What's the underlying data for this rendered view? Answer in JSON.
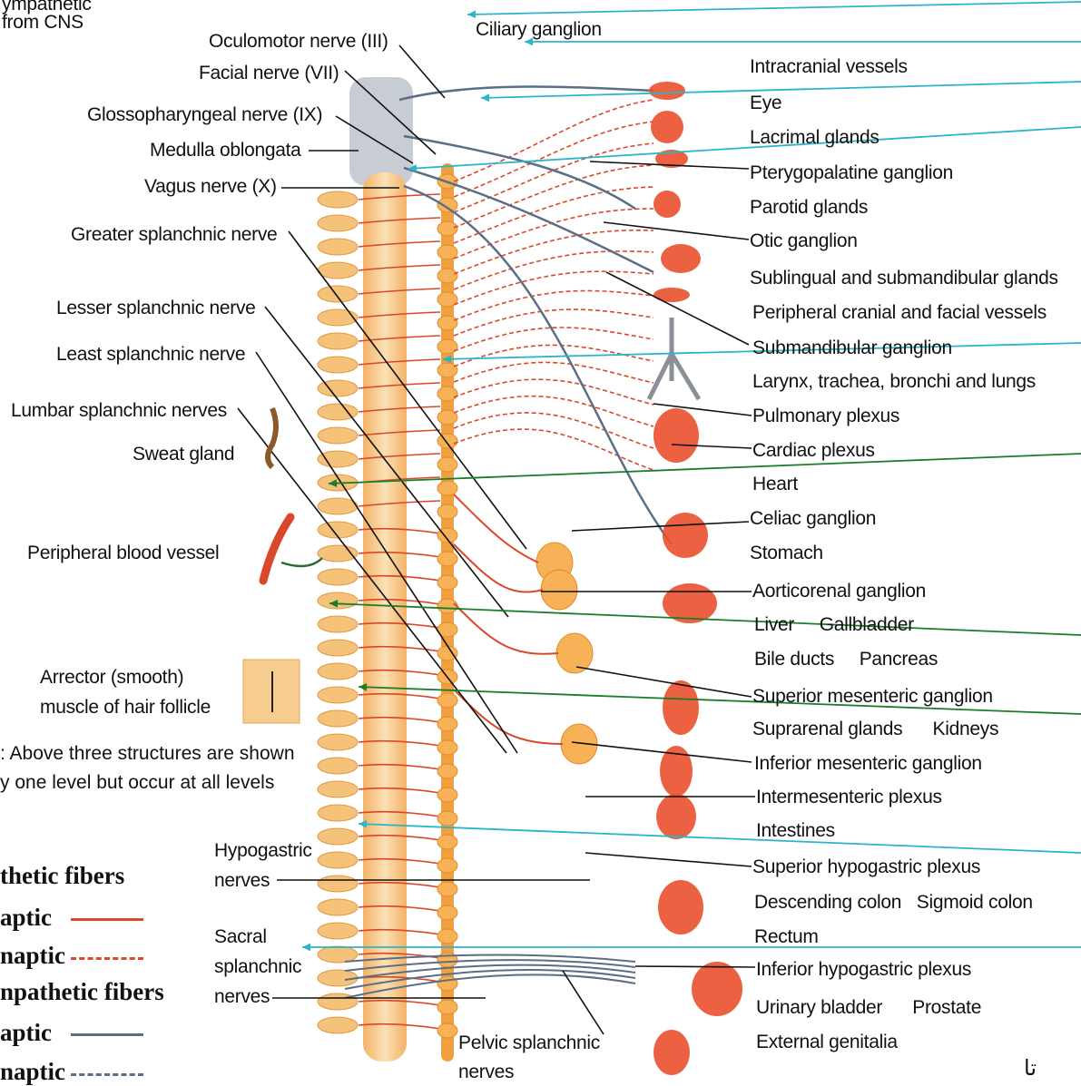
{
  "header": {
    "top_left_line1": "ympathetic",
    "top_left_line2": "from CNS",
    "ciliary_ganglion": "Ciliary ganglion"
  },
  "left_labels": {
    "oculomotor": "Oculomotor nerve (III)",
    "facial": "Facial nerve (VII)",
    "glossopharyngeal": "Glossopharyngeal nerve (IX)",
    "medulla": "Medulla oblongata",
    "vagus": "Vagus nerve (X)",
    "greater_splanchnic": "Greater splanchnic nerve",
    "lesser_splanchnic": "Lesser splanchnic nerve",
    "least_splanchnic": "Least splanchnic nerve",
    "lumbar_splanchnic": "Lumbar splanchnic nerves",
    "sweat_gland": "Sweat gland",
    "peripheral_blood_vessel": "Peripheral blood vessel",
    "arrector_line1": "Arrector (smooth)",
    "arrector_line2": "muscle of hair follicle",
    "note_line1": "Above three structures are shown",
    "note_line2": "y one level but occur at all levels",
    "hypogastric_line1": "Hypogastric",
    "hypogastric_line2": "nerves",
    "sacral_line1": "Sacral",
    "sacral_line2": "splanchnic",
    "sacral_line3": "nerves",
    "pelvic_line1": "Pelvic splanchnic",
    "pelvic_line2": "nerves"
  },
  "right_labels": [
    "Intracranial vessels",
    "Eye",
    "Lacrimal glands",
    "Pterygopalatine ganglion",
    "Parotid glands",
    "Otic ganglion",
    "Sublingual and submandibular glands",
    "Peripheral cranial and facial vessels",
    "Submandibular ganglion",
    "Larynx, trachea, bronchi and lungs",
    "Pulmonary plexus",
    "Cardiac plexus",
    "Heart",
    "Celiac ganglion",
    "Stomach",
    "Aorticorenal ganglion",
    "Liver     Gallbladder",
    "Bile ducts     Pancreas",
    "Superior mesenteric ganglion",
    "Suprarenal glands      Kidneys",
    "Inferior mesenteric ganglion",
    "Intermesenteric plexus",
    "Intestines",
    "Superior hypogastric plexus",
    "Descending colon   Sigmoid colon",
    "Rectum",
    "Inferior hypogastric plexus",
    "Urinary bladder      Prostate",
    "External genitalia"
  ],
  "legend": {
    "sympathetic_title": "thetic fibers",
    "sym_pre": "aptic",
    "sym_post": "naptic",
    "para_title": "npathetic fibers",
    "para_pre": "aptic",
    "para_post": "naptic"
  },
  "watermark": "ﺗﺎ",
  "colors": {
    "spine": "#f5c27a",
    "ganglion": "#f0a040",
    "sympathetic_fiber": "#d9482b",
    "parasympathetic_fiber": "#5a6f85",
    "organ": "#e9502c",
    "cyan_pointer": "#2bb5c8",
    "green_pointer": "#1b7d2a"
  }
}
